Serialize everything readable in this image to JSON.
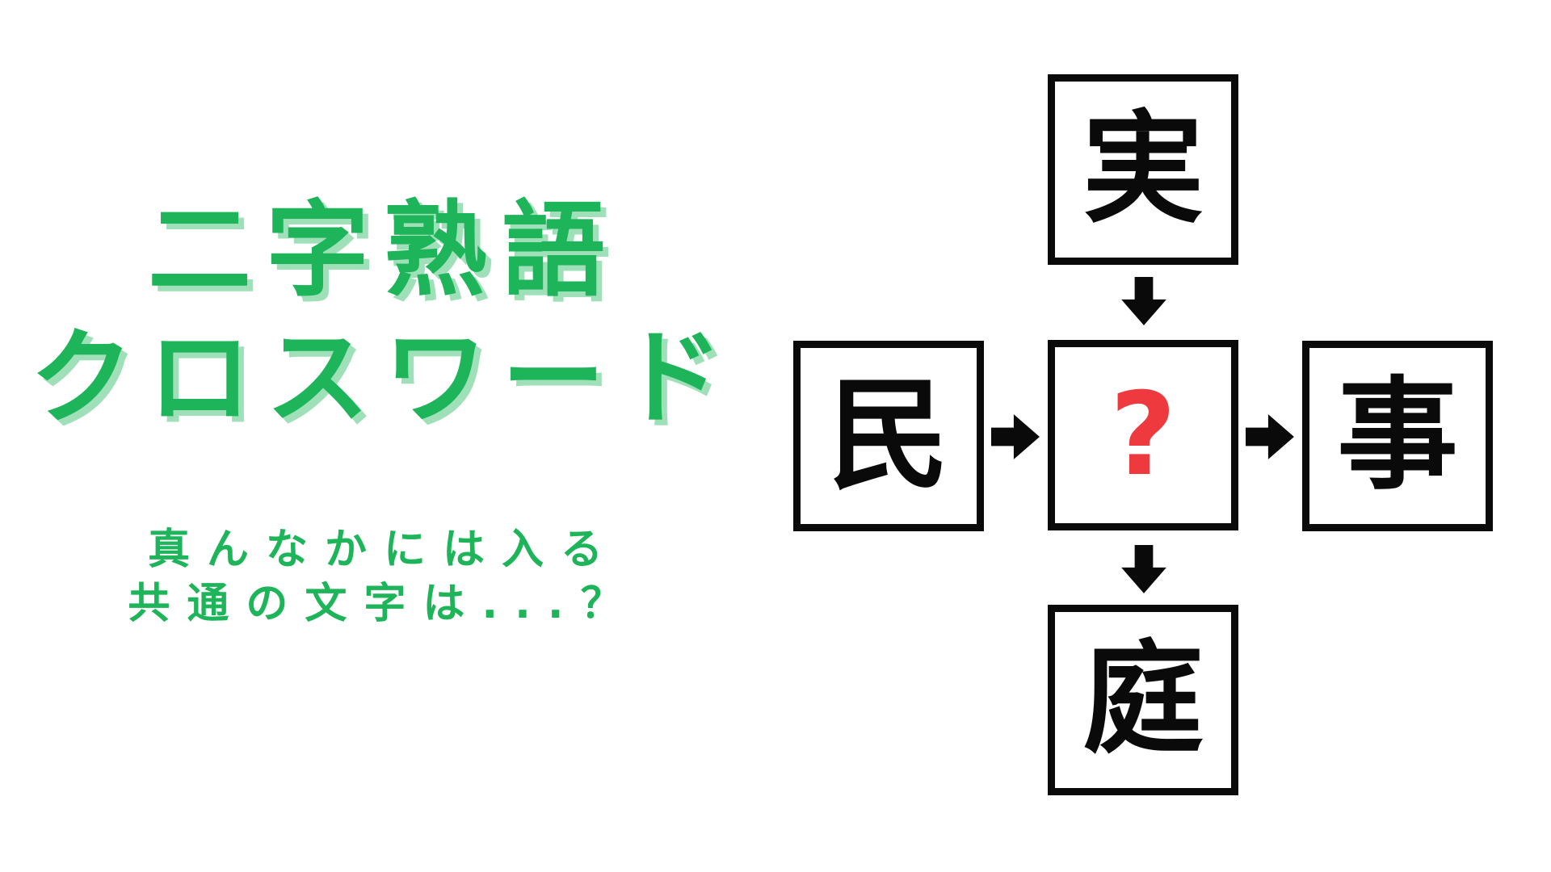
{
  "colors": {
    "title_green": "#1eb45a",
    "title_shadow_green": "#a0e0b9",
    "question_red": "#ee3a3e",
    "line_black": "#0a0a0a",
    "background": "#ffffff"
  },
  "title": {
    "line1": "二字熟語",
    "line2": "クロスワード"
  },
  "subtitle": {
    "line1": "真んなかには入る",
    "line2": "共通の文字は...？"
  },
  "puzzle": {
    "cells": [
      {
        "id": "top",
        "char": "実"
      },
      {
        "id": "left",
        "char": "民"
      },
      {
        "id": "center",
        "char": "?"
      },
      {
        "id": "right",
        "char": "事"
      },
      {
        "id": "bottom",
        "char": "庭"
      }
    ],
    "arrows": [
      {
        "icon": "arrow-down-icon",
        "from": "top",
        "to": "center"
      },
      {
        "icon": "arrow-right-icon",
        "from": "left",
        "to": "center"
      },
      {
        "icon": "arrow-right-icon",
        "from": "center",
        "to": "right"
      },
      {
        "icon": "arrow-down-icon",
        "from": "center",
        "to": "bottom"
      }
    ]
  }
}
